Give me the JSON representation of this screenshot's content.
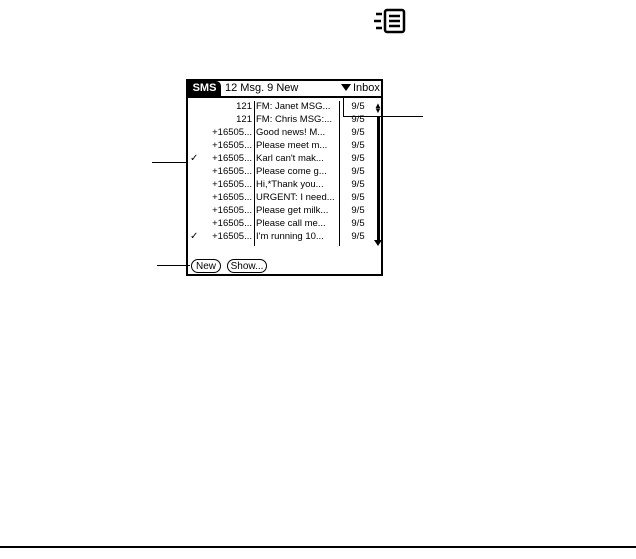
{
  "header": {
    "icon": "note-list-icon"
  },
  "app": {
    "tab_label": "SMS",
    "summary": "12 Msg. 9 New",
    "folder": "Inbox"
  },
  "messages": [
    {
      "checked": false,
      "sender": "121",
      "subject": "FM: Janet MSG...",
      "date": "9/5"
    },
    {
      "checked": false,
      "sender": "121",
      "subject": "FM: Chris MSG:...",
      "date": "9/5"
    },
    {
      "checked": false,
      "sender": "+16505...",
      "subject": "Good news! M...",
      "date": "9/5"
    },
    {
      "checked": false,
      "sender": "+16505...",
      "subject": "Please meet m...",
      "date": "9/5"
    },
    {
      "checked": true,
      "sender": "+16505...",
      "subject": "Karl can't mak...",
      "date": "9/5"
    },
    {
      "checked": false,
      "sender": "+16505...",
      "subject": "Please come g...",
      "date": "9/5"
    },
    {
      "checked": false,
      "sender": "+16505...",
      "subject": "Hi,*Thank you...",
      "date": "9/5"
    },
    {
      "checked": false,
      "sender": "+16505...",
      "subject": "URGENT: I need...",
      "date": "9/5"
    },
    {
      "checked": false,
      "sender": "+16505...",
      "subject": "Please get milk...",
      "date": "9/5"
    },
    {
      "checked": false,
      "sender": "+16505...",
      "subject": "Please call me...",
      "date": "9/5"
    },
    {
      "checked": true,
      "sender": "+16505...",
      "subject": "I'm running 10...",
      "date": "9/5"
    }
  ],
  "buttons": {
    "new_label": "New",
    "show_label": "Show..."
  }
}
